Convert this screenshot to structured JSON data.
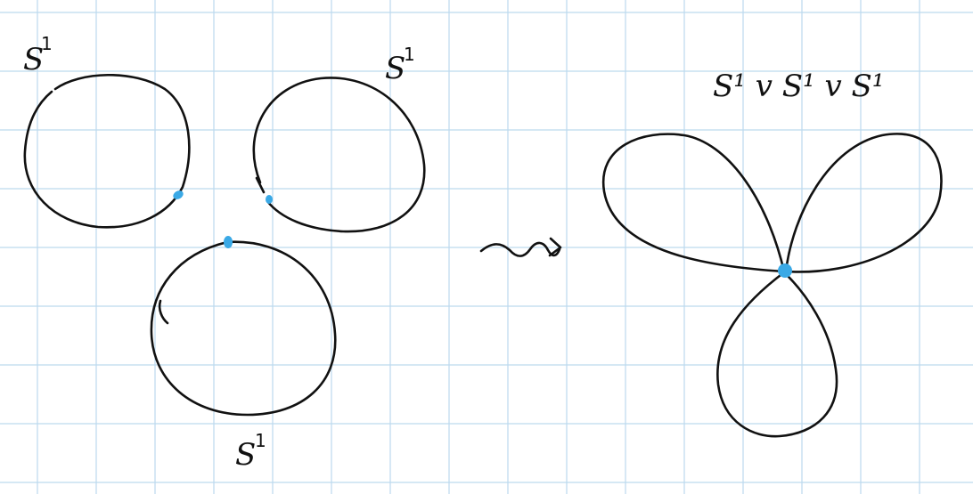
{
  "labels": {
    "circle_top_left": {
      "base": "S",
      "exp": "1"
    },
    "circle_top_right": {
      "base": "S",
      "exp": "1"
    },
    "circle_bottom": {
      "base": "S",
      "exp": "1"
    },
    "wedge": {
      "text": "S¹ v S¹ v S¹"
    }
  },
  "arrow": {
    "symbol": "squiggle-arrow"
  },
  "colors": {
    "grid": "#bcd9ee",
    "stroke": "#111111",
    "basepoint": "#3aa9e6",
    "background": "#ffffff"
  }
}
